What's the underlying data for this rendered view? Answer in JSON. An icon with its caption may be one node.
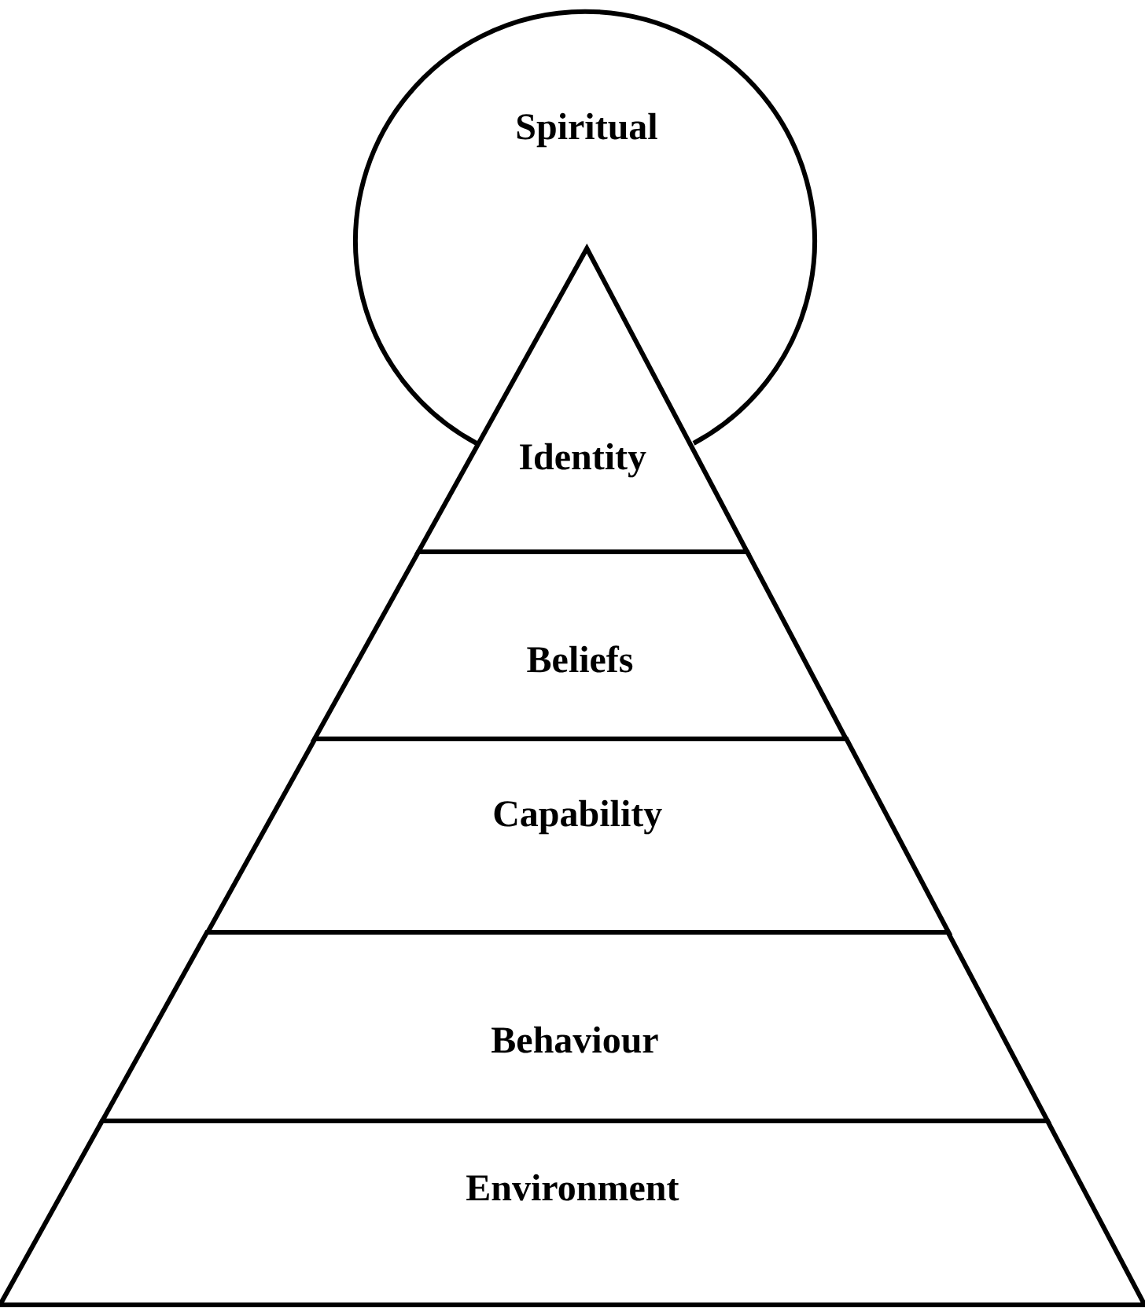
{
  "diagram": {
    "nodes": [
      {
        "text": [
          "Spiritual"
        ]
      },
      {
        "text": [
          "Identity"
        ]
      },
      {
        "text": [
          "Beliefs"
        ]
      },
      {
        "text": [
          "Capability"
        ]
      },
      {
        "text": [
          "Behaviour"
        ]
      },
      {
        "text": [
          "Environment"
        ]
      }
    ]
  }
}
